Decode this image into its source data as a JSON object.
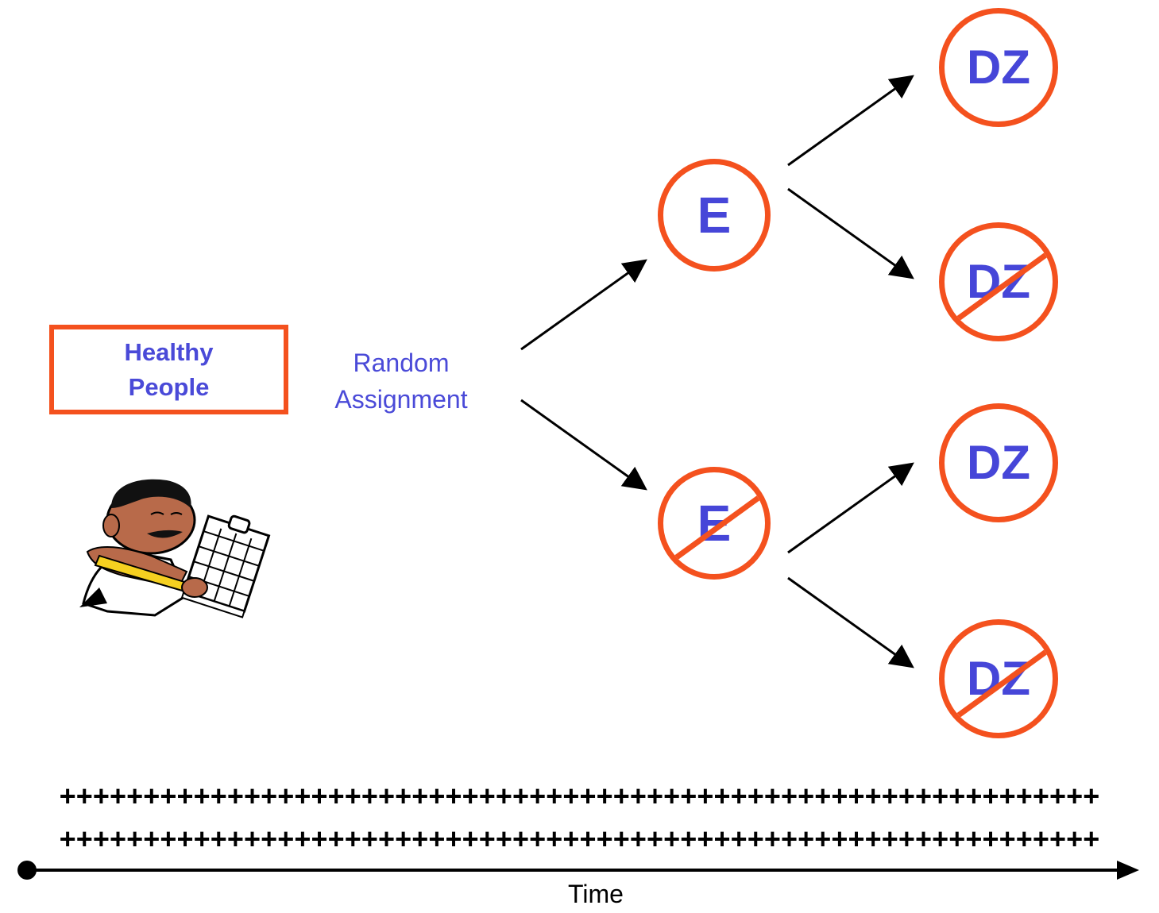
{
  "start_box": {
    "line1": "Healthy",
    "line2": "People"
  },
  "assignment": {
    "line1": "Random",
    "line2": "Assignment"
  },
  "exposure_nodes": [
    {
      "label": "E",
      "crossed": false
    },
    {
      "label": "E",
      "crossed": true
    }
  ],
  "outcome_nodes": [
    {
      "label": "DZ",
      "crossed": false
    },
    {
      "label": "DZ",
      "crossed": true
    },
    {
      "label": "DZ",
      "crossed": false
    },
    {
      "label": "DZ",
      "crossed": true
    }
  ],
  "timeline": {
    "plus_row_1": "++++++++++++++++++++++++++++++++++++++++++++++++++++++++++++++",
    "plus_row_2": "++++++++++++++++++++++++++++++++++++++++++++++++++++++++++++++",
    "axis_label": "Time"
  },
  "colors": {
    "accent": "#f4511e",
    "text": "#4a4ad8",
    "line": "#000000"
  },
  "clipart": {
    "icon": "person-with-calendar-clipart"
  }
}
